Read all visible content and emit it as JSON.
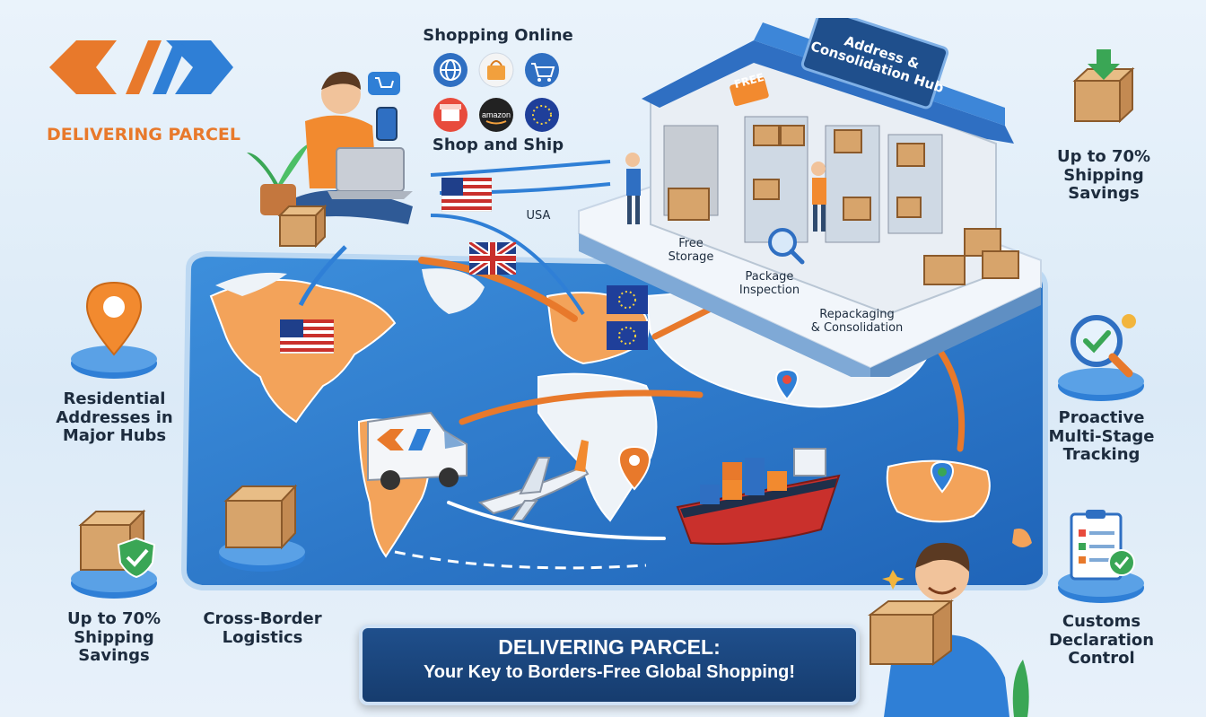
{
  "brand": {
    "name": "DELIVERING PARCEL",
    "colors": {
      "orange": "#e8792b",
      "blue": "#2f7fd6",
      "navy": "#1f4f8c"
    }
  },
  "shopping": {
    "title": "Shopping Online",
    "subtitle": "Shop and Ship",
    "amazon": "amazon"
  },
  "hub": {
    "title_line1": "Address &",
    "title_line2": "Consolidation Hub",
    "free_tag": "FREE",
    "steps": {
      "storage": [
        "Free",
        "Storage"
      ],
      "inspection": [
        "Package",
        "Inspection"
      ],
      "repack": [
        "Repackaging",
        "& Consolidation"
      ]
    }
  },
  "map": {
    "usa_label": "USA"
  },
  "features": {
    "savings_top": [
      "Up to 70%",
      "Shipping",
      "Savings"
    ],
    "residential": [
      "Residential",
      "Addresses in",
      "Major Hubs"
    ],
    "tracking": [
      "Proactive",
      "Multi-Stage",
      "Tracking"
    ],
    "savings_bottom": [
      "Up to 70%",
      "Shipping",
      "Savings"
    ],
    "logistics": [
      "Cross-Border",
      "Logistics"
    ],
    "customs": [
      "Customs",
      "Declaration",
      "Control"
    ]
  },
  "banner": {
    "title": "DELIVERING PARCEL:",
    "subtitle": "Your Key to Borders-Free Global Shopping!"
  },
  "icons": [
    "globe-icon",
    "shopping-bag-icon",
    "cart-icon",
    "store-icon",
    "eu-flag-icon",
    "box-icon",
    "location-pin-icon",
    "magnifier-check-icon",
    "clipboard-icon",
    "shield-check-icon",
    "truck-icon",
    "plane-icon",
    "ship-icon"
  ]
}
